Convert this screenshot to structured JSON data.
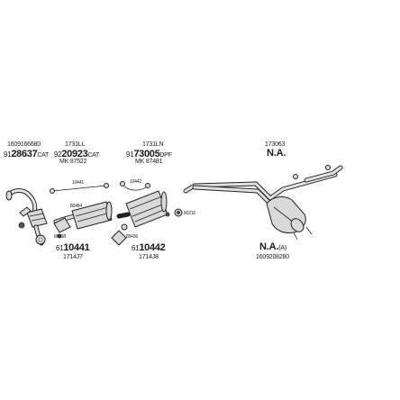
{
  "labels": {
    "top_left_code": "1609166680",
    "cat1_prefix": "91",
    "cat1_num": "28637",
    "cat1_suffix": "CAT",
    "code_1731ll": "1731LL",
    "cat2_prefix": "92",
    "cat2_num": "20923",
    "cat2_suffix": "CAT",
    "mk1": "MK 87522",
    "code_1731ln": "1731LN",
    "dpf_prefix": "91",
    "dpf_num": "73005",
    "dpf_suffix": "DPF",
    "mk2": "MK 87481",
    "code_173063": "173063",
    "na_top": "N.A.",
    "part_10441": "10441",
    "part_10442": "10442",
    "part_80484": "80484",
    "part_80216": "80216",
    "part_80438": "80438",
    "part_80436": "80436",
    "bottom1_prefix": "61",
    "bottom1_num": "10441",
    "bottom1_code": "1714J7",
    "bottom2_prefix": "61",
    "bottom2_num": "10442",
    "bottom2_code": "1714J8",
    "na_bottom": "N.A.",
    "na_bottom_suffix": "(A)",
    "bottom_right_code": "1609208280"
  }
}
